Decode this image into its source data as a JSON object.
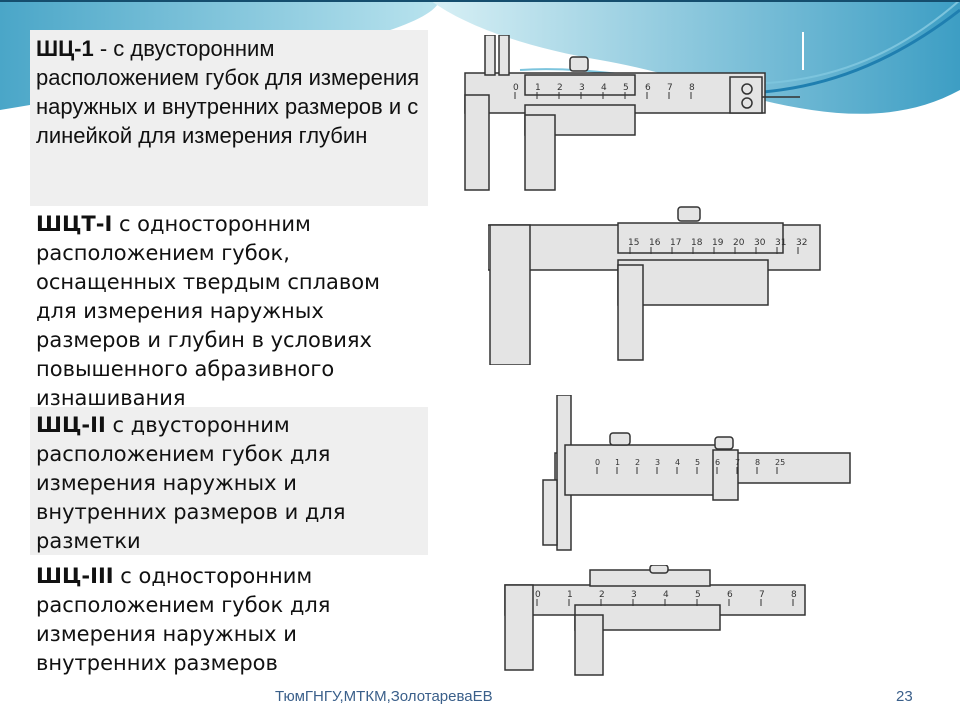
{
  "slide": {
    "items": [
      {
        "code": "ШЦ-1",
        "text": " - с двусторонним расположением губок для измерения наружных и внутренних размеров и с линейкой для измерения глубин"
      },
      {
        "code": "ШЦТ-I",
        "text": " с односторонним расположением губок, оснащенных твердым сплавом для измерения  наружных размеров и глубин в условиях повышенного абразивного изнашивания"
      },
      {
        "code": "ШЦ-II",
        "text": " с двусторонним расположением губок для измерения наружных и внутренних размеров и  для разметки"
      },
      {
        "code": "ШЦ-III",
        "text": " с односторонним расположением губок для измерения наружных и внутренних размеров"
      }
    ],
    "scales": {
      "c1": [
        "0",
        "1",
        "2",
        "3",
        "4",
        "5",
        "6",
        "7",
        "8"
      ],
      "c2": [
        "15",
        "16",
        "17",
        "18",
        "19",
        "20",
        "30",
        "31",
        "32"
      ],
      "c3": [
        "0",
        "1",
        "2",
        "3",
        "4",
        "5",
        "6",
        "7",
        "8",
        "25"
      ],
      "c4": [
        "0",
        "1",
        "2",
        "3",
        "4",
        "5",
        "6",
        "7",
        "8"
      ]
    }
  },
  "footer": {
    "author": "ТюмГНГУ,МТКМ,ЗолотареваЕВ",
    "page": "23"
  },
  "colors": {
    "wave_dark": "#1f7fb0",
    "wave_light": "#9fd6e6",
    "footer_text": "#3a5f8a"
  }
}
